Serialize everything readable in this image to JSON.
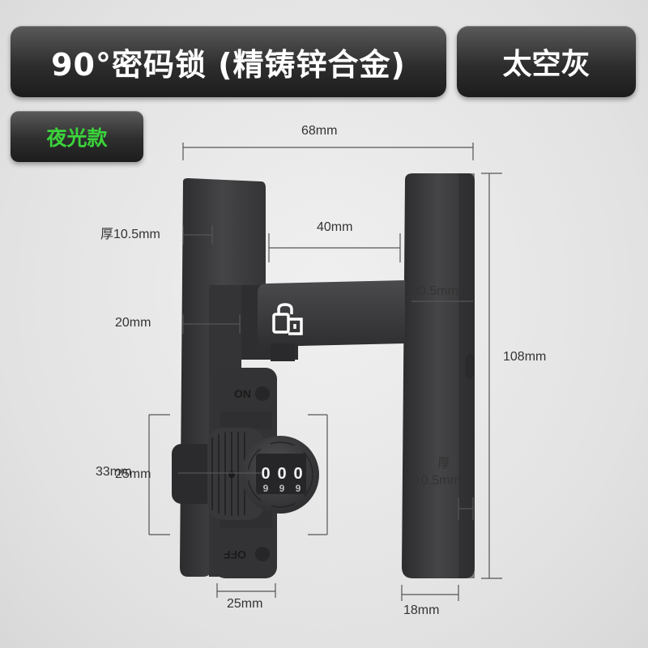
{
  "header": {
    "title": "90°密码锁 (精铸锌合金)",
    "color_name": "太空灰",
    "variant": "夜光款"
  },
  "dimensions": {
    "total_width": "68mm",
    "gap_width": "40mm",
    "thickness_left": "厚10.5mm",
    "arm_height": "20mm",
    "arm_width": "30.5mm",
    "total_height": "108mm",
    "dial_outer": "33mm",
    "dial_inner": "25mm",
    "thickness_right_label": "厚",
    "thickness_right_value": "10.5mm",
    "base_width": "25mm",
    "handle_width": "18mm"
  },
  "lock": {
    "on_label": "ON",
    "off_label": "OFF",
    "digits": [
      "0",
      "0",
      "0"
    ],
    "digits_below": [
      "9",
      "9",
      "9"
    ]
  },
  "colors": {
    "body": "#3d3d3f",
    "glow": "#3bd43b"
  }
}
